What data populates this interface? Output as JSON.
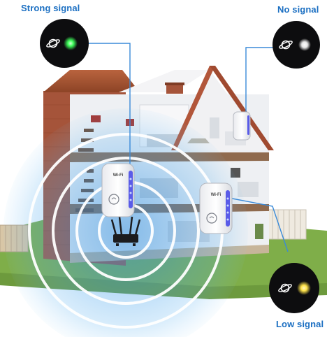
{
  "labels": {
    "strong": "Strong signal",
    "none": "No signal",
    "low": "Low signal"
  },
  "device_badge": "Wi-Fi",
  "icons": {
    "indicator": "planet-icon",
    "device": "wifi-extender-icon",
    "router": "router-icon"
  },
  "colors": {
    "label": "#1b6fc2",
    "led_strong": "#3dff5a",
    "led_none": "#f2f2f2",
    "led_low": "#ffe34a",
    "device_led": "#5a5ce8"
  }
}
